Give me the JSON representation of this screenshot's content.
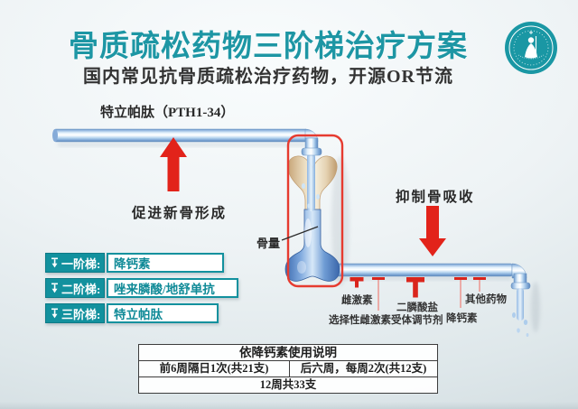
{
  "poster": {
    "title": "骨质疏松药物三阶梯治疗方案",
    "subtitle": "国内常见抗骨质疏松治疗药物，开源OR节流"
  },
  "formation": {
    "drug": "特立帕肽（PTH1-34）",
    "effect": "促进新骨形成"
  },
  "resorption": {
    "effect": "抑制骨吸收",
    "drugs": {
      "estrogen": "雌激素",
      "serm": "选择性雌激素受体调节剂",
      "bisphosphonate": "二膦酸盐",
      "calcitonin": "降钙素",
      "others": "其他药物"
    }
  },
  "bone": {
    "label": "骨量"
  },
  "ladder": {
    "steps": [
      {
        "label": "一阶梯:",
        "drug": "降钙素"
      },
      {
        "label": "二阶梯:",
        "drug": "唑来膦酸/地舒单抗"
      },
      {
        "label": "三阶梯:",
        "drug": "特立帕肽"
      }
    ]
  },
  "usage_table": {
    "title": "依降钙素使用说明",
    "cell_left": "前6周隔日1次(共21支)",
    "cell_right": "后六周，每周2次(共12支)",
    "total": "12周共33支"
  },
  "icons": {
    "logo": "hospital-logo",
    "step_marker": "down-arrow-from-bar-icon"
  },
  "colors": {
    "title_teal": "#1d96a4",
    "step_teal": "#12919e",
    "arrow_red": "#e2231a",
    "highlight_box_red": "#e63b30",
    "pipe_blue": "#8fb5de",
    "bone_tan": "#e9d7bd",
    "bone_blue": "#4f86cc"
  }
}
